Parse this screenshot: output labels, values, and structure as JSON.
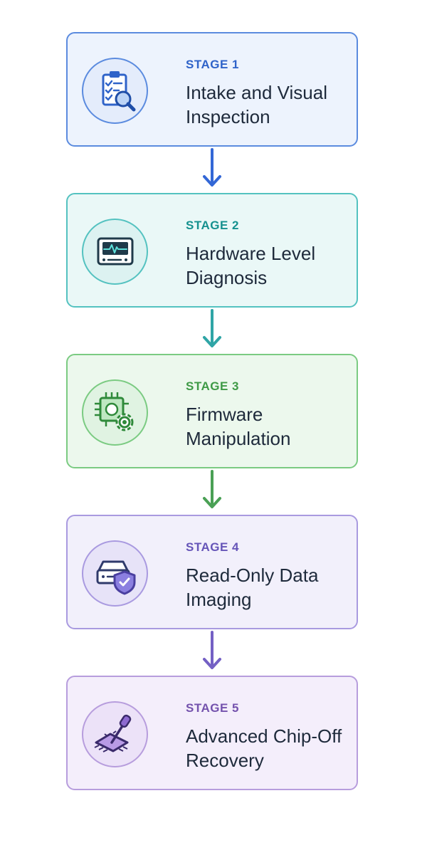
{
  "stages": [
    {
      "label": "STAGE 1",
      "title": "Intake and Visual Inspection",
      "icon": "clipboard-magnifier-icon",
      "accent": "#2f63c9",
      "border": "#5b8bdf",
      "bg": "#edf3fd",
      "circle_bg": "#e4ecfb"
    },
    {
      "label": "STAGE 2",
      "title": "Hardware Level Diagnosis",
      "icon": "oscilloscope-monitor-icon",
      "accent": "#15918f",
      "border": "#54c2c0",
      "bg": "#eaf8f7",
      "circle_bg": "#dcf2f1"
    },
    {
      "label": "STAGE 3",
      "title": "Firmware Manipulation",
      "icon": "chip-gear-icon",
      "accent": "#3e9a46",
      "border": "#7bcb82",
      "bg": "#ecf8ed",
      "circle_bg": "#e0f3e2"
    },
    {
      "label": "STAGE 4",
      "title": "Read-Only Data Imaging",
      "icon": "drive-shield-icon",
      "accent": "#6655b8",
      "border": "#a99ae0",
      "bg": "#f2f0fb",
      "circle_bg": "#e7e3f8"
    },
    {
      "label": "STAGE 5",
      "title": "Advanced Chip-Off Recovery",
      "icon": "chip-soldering-icon",
      "accent": "#7452ad",
      "border": "#b79ddd",
      "bg": "#f4eefb",
      "circle_bg": "#ece2f8"
    }
  ],
  "arrows": [
    {
      "color": "#3367d6"
    },
    {
      "color": "#2fa5a6"
    },
    {
      "color": "#4aa055"
    },
    {
      "color": "#7460c4"
    }
  ]
}
